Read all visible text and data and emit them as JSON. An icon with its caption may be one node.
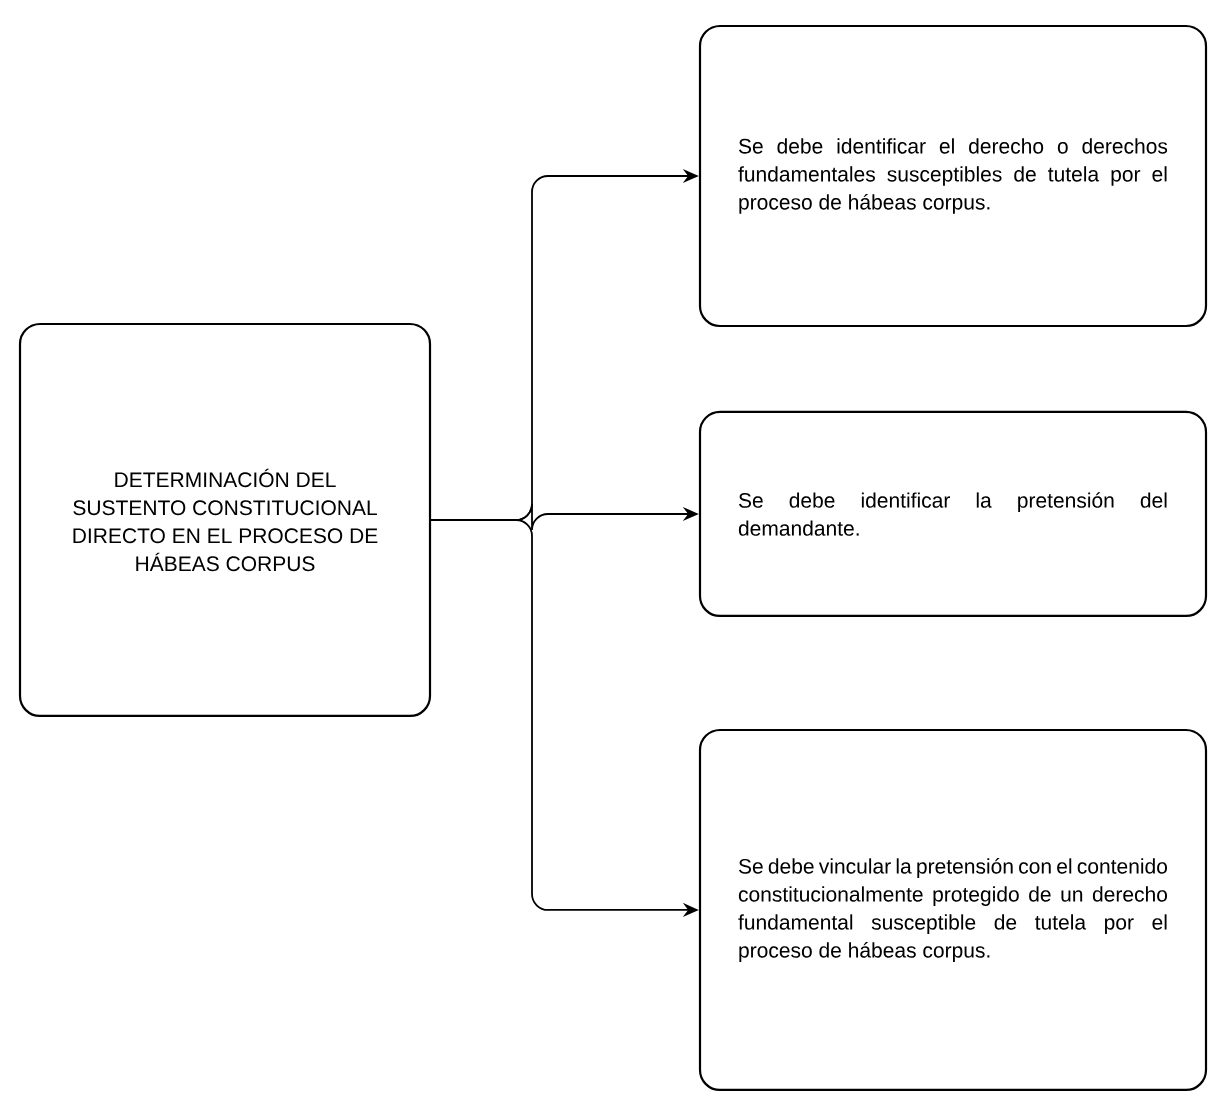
{
  "diagram": {
    "nodes": [
      {
        "text": [
          "DETERMINACIÓN DEL SUSTENTO CONSTITUCIONAL DIRECTO EN EL PROCESO DE HÁBEAS CORPUS"
        ]
      },
      {
        "text": [
          "Se debe identificar el derecho o derechos fundamentales susceptibles de tutela por el proceso de hábeas corpus."
        ]
      },
      {
        "text": [
          "Se debe identificar la pretensión del demandante."
        ]
      },
      {
        "text": [
          "Se debe vincular la pretensión con el contenido constitucionalmente protegido de un derecho fundamental susceptible de tutela por el proceso de hábeas corpus."
        ]
      }
    ],
    "edges": [
      {
        "from": 0,
        "to": 1,
        "arrow": "to"
      },
      {
        "from": 0,
        "to": 2,
        "arrow": "to"
      },
      {
        "from": 0,
        "to": 3,
        "arrow": "to"
      }
    ]
  }
}
